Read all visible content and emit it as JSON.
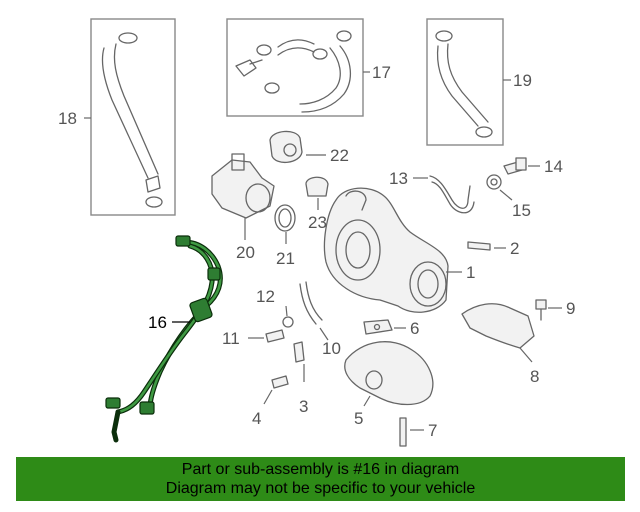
{
  "diagram": {
    "highlight_color": "#2e7d32",
    "banner_color": "#2e8b17",
    "callouts": {
      "c1": "1",
      "c2": "2",
      "c3": "3",
      "c4": "4",
      "c5": "5",
      "c6": "6",
      "c7": "7",
      "c8": "8",
      "c9": "9",
      "c10": "10",
      "c11": "11",
      "c12": "12",
      "c13": "13",
      "c14": "14",
      "c15": "15",
      "c16": "16",
      "c17": "17",
      "c18": "18",
      "c19": "19",
      "c20": "20",
      "c21": "21",
      "c22": "22",
      "c23": "23"
    }
  },
  "banner": {
    "line1": "Part or sub-assembly is #16 in diagram",
    "line2": "Diagram may not be specific to your vehicle"
  }
}
